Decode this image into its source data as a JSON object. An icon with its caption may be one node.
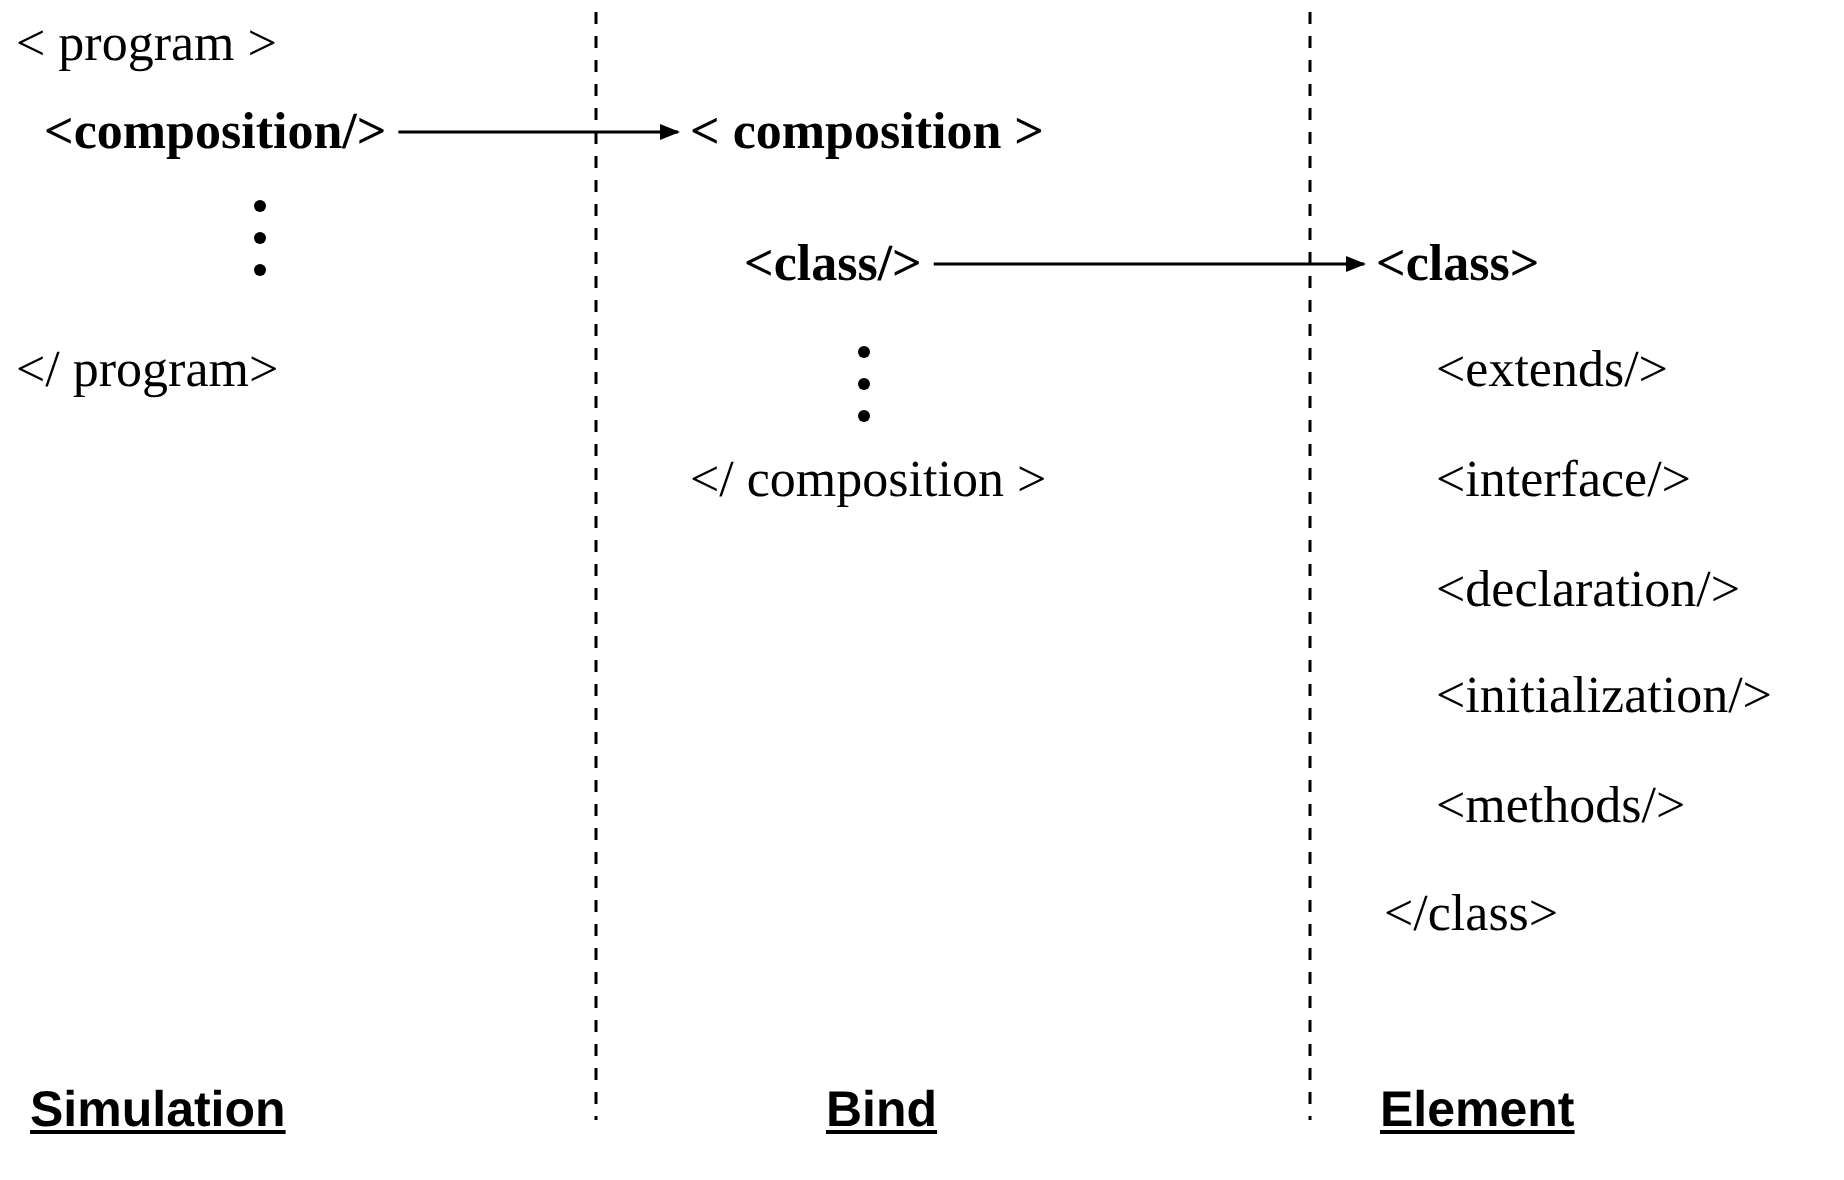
{
  "diagram": {
    "nodes": [
      {
        "text": [
          "<composition/>"
        ]
      },
      {
        "text": [
          "< composition >"
        ]
      },
      {
        "text": [
          "<class/>"
        ]
      },
      {
        "text": [
          "<class>"
        ]
      }
    ],
    "edges": [
      {
        "from": 0,
        "to": 1,
        "arrow": "to"
      },
      {
        "from": 2,
        "to": 3,
        "arrow": "to"
      }
    ],
    "labels": [
      "< program >",
      "</ program>",
      "</ composition >",
      "<extends/>",
      "<interface/>",
      "<declaration/>",
      "<initialization/>",
      "<methods/>",
      "</class>",
      "Simulation",
      "Bind",
      "Element"
    ]
  }
}
